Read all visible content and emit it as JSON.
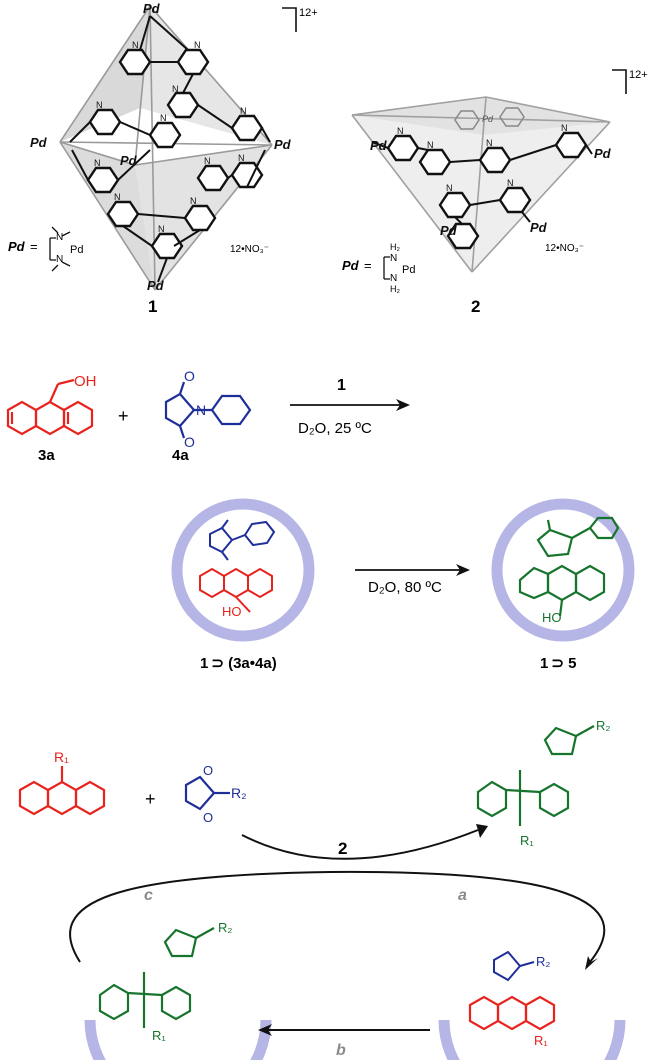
{
  "colors": {
    "reactant_red": "#e8231d",
    "reactant_blue": "#1f2f9a",
    "product_green": "#17742c",
    "cage_lavender": "#b6b6e6",
    "cage_shade": "#d8d8d8",
    "arrow": "#111111",
    "grey_label": "#8a8a8a"
  },
  "cage1": {
    "charge": "12+",
    "pd_label": "Pd",
    "pd_def_eq": "=",
    "counterion": "12•NO₃⁻",
    "number": "1"
  },
  "cage2": {
    "charge": "12+",
    "pd_label": "Pd",
    "pd_def_eq": "=",
    "nh2_top": "H₂",
    "nh2_bottom": "H₂",
    "counterion": "12•NO₃⁻",
    "number": "2"
  },
  "reaction1": {
    "oh": "OH",
    "reactant_a": "3a",
    "plus": "+",
    "reactant_b": "4a",
    "catalyst": "1",
    "conditions": "D₂O, 25 ºC"
  },
  "reaction2": {
    "conditions": "D₂O, 80 ºC",
    "complex_label_cage": "1",
    "complex_label_rest": "⊃ (3a•4a)",
    "product_label_cage": "1",
    "product_label_rest": "⊃ 5",
    "ho": "HO"
  },
  "cycle": {
    "r1": "R₁",
    "r2": "R₂",
    "plus": "+",
    "catalyst": "2",
    "step_a": "a",
    "step_b": "b",
    "step_c": "c"
  }
}
